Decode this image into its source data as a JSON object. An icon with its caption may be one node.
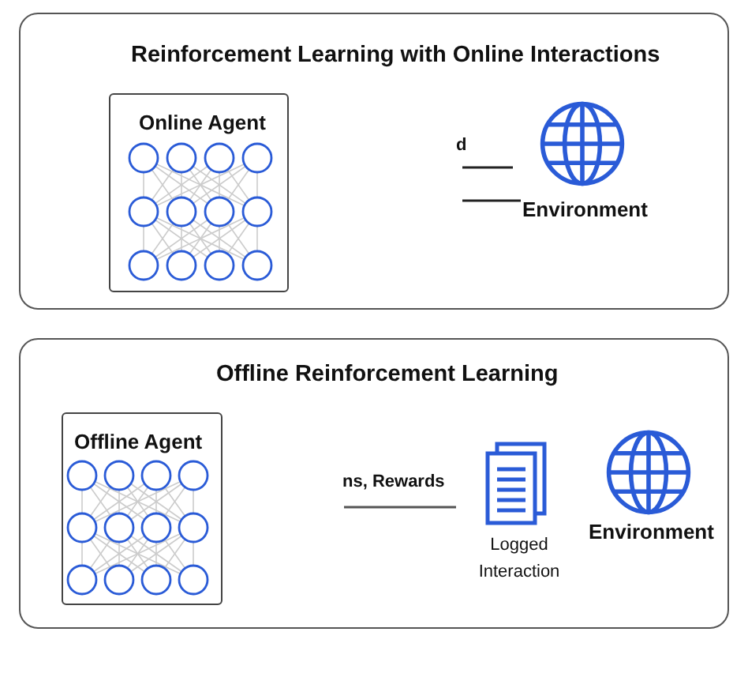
{
  "diagram": {
    "nodes": [
      {
        "text": [
          "Reinforcement Learning with Online Interactions"
        ]
      },
      {
        "text": [
          "Online Agent"
        ],
        "in": 0
      },
      {
        "text": [
          "Environment"
        ],
        "in": 0
      },
      {
        "text": [
          "Offline Reinforcement Learning"
        ]
      },
      {
        "text": [
          "Offline Agent"
        ],
        "in": 3
      },
      {
        "text": [
          "Logged Interaction"
        ],
        "in": 3
      },
      {
        "text": [
          "Environment"
        ],
        "in": 3
      }
    ],
    "labels": [
      "d",
      "ns, Rewards"
    ]
  }
}
